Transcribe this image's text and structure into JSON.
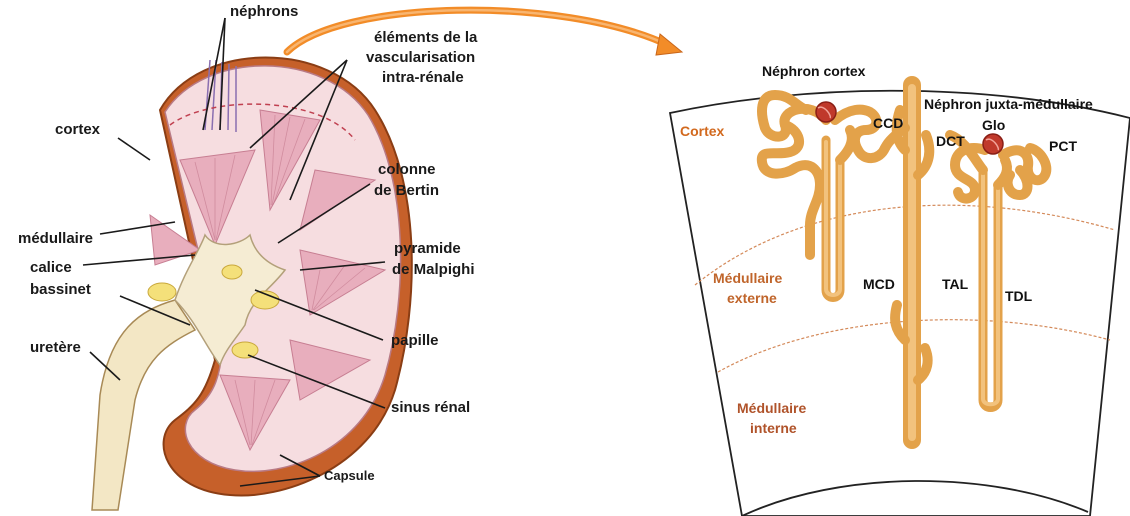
{
  "colors": {
    "arrow": "#f28c28",
    "tubule": "#e3a24a",
    "tubule_light": "#f2c27d",
    "zone_label": "#c0652b",
    "glomerulus": "#c0392b",
    "capsule": "#c6602a",
    "medulla_pink": "#e8aebd"
  },
  "kidney_labels": {
    "nephrons": "néphrons",
    "vasc_1": "éléments de la",
    "vasc_2": "vascularisation",
    "vasc_3": "intra-rénale",
    "cortex": "cortex",
    "colonne_1": "colonne",
    "colonne_2": "de Bertin",
    "medullaire": "médullaire",
    "pyramide_1": "pyramide",
    "pyramide_2": "de Malpighi",
    "calice": "calice",
    "bassinet": "bassinet",
    "uretere": "uretère",
    "papille": "papille",
    "sinus": "sinus rénal",
    "capsule": "Capsule"
  },
  "nephron_labels": {
    "nephron_cortex": "Néphron cortex",
    "nephron_juxta": "Néphron juxta-médullaire",
    "glo": "Glo",
    "ccd": "CCD",
    "dct": "DCT",
    "pct": "PCT",
    "mcd": "MCD",
    "tal": "TAL",
    "tdl": "TDL"
  },
  "zone_labels": {
    "cortex": "Cortex",
    "med_ext_1": "Médullaire",
    "med_ext_2": "externe",
    "med_int_1": "Médullaire",
    "med_int_2": "interne"
  }
}
